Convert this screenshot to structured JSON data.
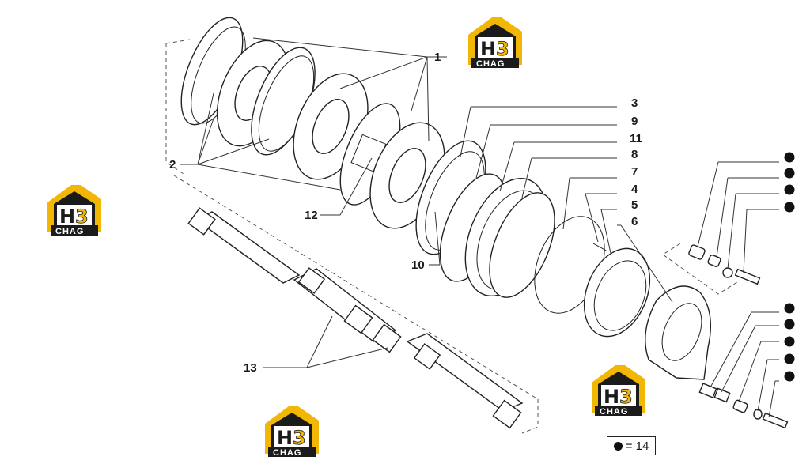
{
  "callouts": [
    "1",
    "2",
    "3",
    "9",
    "11",
    "8",
    "7",
    "4",
    "5",
    "6",
    "12",
    "10",
    "13"
  ],
  "legend": {
    "equals": "= 14"
  },
  "logo": {
    "main": "H",
    "num": "3",
    "sub": "CHAG"
  },
  "colors": {
    "logo_yellow": "#F2B705",
    "logo_black": "#1b1b1b",
    "ink": "#222222"
  }
}
